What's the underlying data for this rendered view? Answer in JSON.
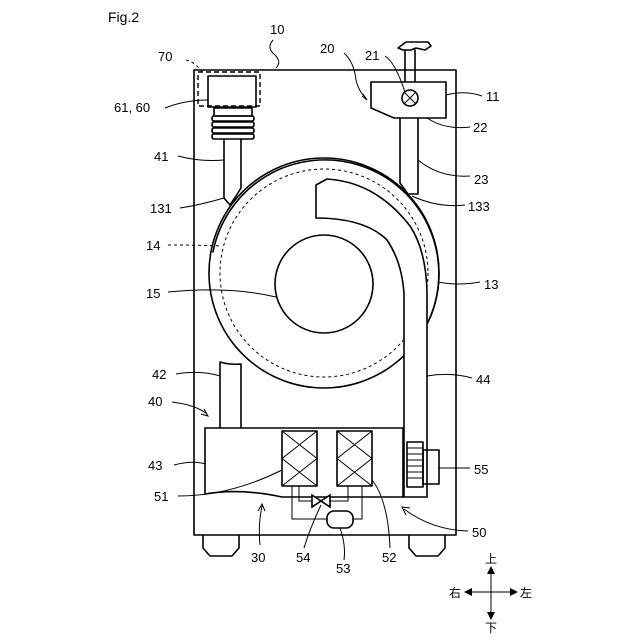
{
  "figure": {
    "title": "Fig.2"
  },
  "labels": {
    "r10": "10",
    "r20": "20",
    "r21": "21",
    "r11": "11",
    "r22": "22",
    "r70": "70",
    "r6160": "61, 60",
    "r41": "41",
    "r23": "23",
    "r131": "131",
    "r133": "133",
    "r14": "14",
    "r15": "15",
    "r13": "13",
    "r42": "42",
    "r44": "44",
    "r40": "40",
    "r43": "43",
    "r55": "55",
    "r51": "51",
    "r50": "50",
    "r30": "30",
    "r54": "54",
    "r52": "52",
    "r53": "53"
  },
  "directions": {
    "up": "上",
    "down": "下",
    "right": "右",
    "left": "左"
  }
}
